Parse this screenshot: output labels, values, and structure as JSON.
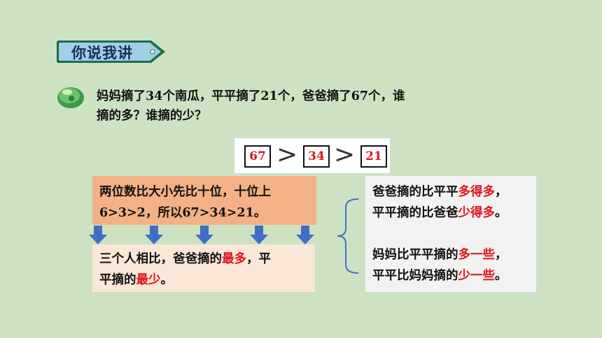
{
  "tag": {
    "label": "你说我讲"
  },
  "question": {
    "line1": "妈妈摘了34个南瓜，平平摘了21个，爸爸摘了67个，谁",
    "line2": "摘的多？谁摘的少？"
  },
  "comparison": {
    "a": "67",
    "b": "34",
    "c": "21",
    "symbol": ">"
  },
  "rule": {
    "line1": "两位数比大小先比十位，十位上",
    "line2": "6>3>2，所以67>34>21。"
  },
  "result": {
    "part1": "三个人相比，爸爸摘的",
    "most": "最多",
    "part2": "，平",
    "part3": "平摘的",
    "least": "最少",
    "part4": "。"
  },
  "conclusions": {
    "l1_a": "爸爸摘的比平平",
    "l1_b": "多得多",
    "l1_c": "，",
    "l2_a": "平平摘的比爸爸",
    "l2_b": "少得多",
    "l2_c": "。",
    "l3_a": "妈妈比平平摘的",
    "l3_b": "多一些",
    "l3_c": "，",
    "l4_a": "平平比妈妈摘的",
    "l4_b": "少一些",
    "l4_c": "。"
  },
  "colors": {
    "background": "#cde2c3",
    "accent_red": "#e0141e",
    "arrow_blue": "#3f6fc4",
    "tag_fill": "#9fd0e6"
  }
}
